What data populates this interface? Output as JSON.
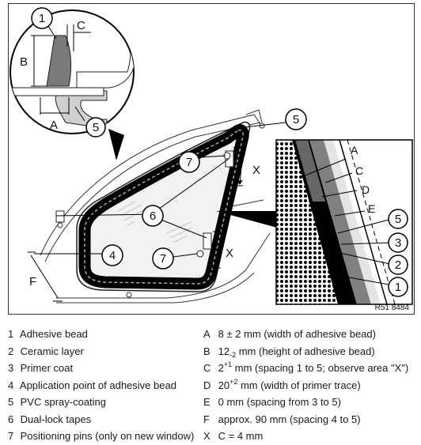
{
  "figure": {
    "reference_code": "R51 8484",
    "callouts": {
      "n1": "1",
      "n2": "2",
      "n3": "3",
      "n4": "4",
      "n5": "5",
      "n6": "6",
      "n7": "7",
      "dim_a": "A",
      "dim_b": "B",
      "dim_c": "C",
      "dim_d": "D",
      "dim_e": "E",
      "dim_f": "F",
      "dim_x": "X"
    }
  },
  "legend": {
    "left": [
      {
        "num": "1",
        "label": "Adhesive bead"
      },
      {
        "num": "2",
        "label": "Ceramic layer"
      },
      {
        "num": "3",
        "label": "Primer coat"
      },
      {
        "num": "4",
        "label": "Application point of adhesive bead"
      },
      {
        "num": "5",
        "label": "PVC spray-coating"
      },
      {
        "num": "6",
        "label": "Dual-lock tapes"
      },
      {
        "num": "7",
        "label": "Positioning pins (only on new window)"
      }
    ],
    "right": [
      {
        "key": "A",
        "pre": "8 ± 2 mm (width of adhesive bead)",
        "sup": "",
        "sub": "",
        "post": ""
      },
      {
        "key": "B",
        "pre": "12",
        "sup": "",
        "sub": "-2",
        "post": " mm (height of adhesive bead)"
      },
      {
        "key": "C",
        "pre": "2",
        "sup": "+1",
        "sub": "",
        "post": " mm (spacing 1 to 5; observe area \"X\")"
      },
      {
        "key": "D",
        "pre": "20",
        "sup": "+2",
        "sub": "",
        "post": " mm (width of primer trace)"
      },
      {
        "key": "E",
        "pre": "0 mm (spacing from 3 to 5)",
        "sup": "",
        "sub": "",
        "post": ""
      },
      {
        "key": "F",
        "pre": "approx. 90 mm (spacing 4 to 5)",
        "sup": "",
        "sub": "",
        "post": ""
      },
      {
        "key": "X",
        "pre": "C = 4 mm",
        "sup": "",
        "sub": "",
        "post": ""
      }
    ]
  }
}
